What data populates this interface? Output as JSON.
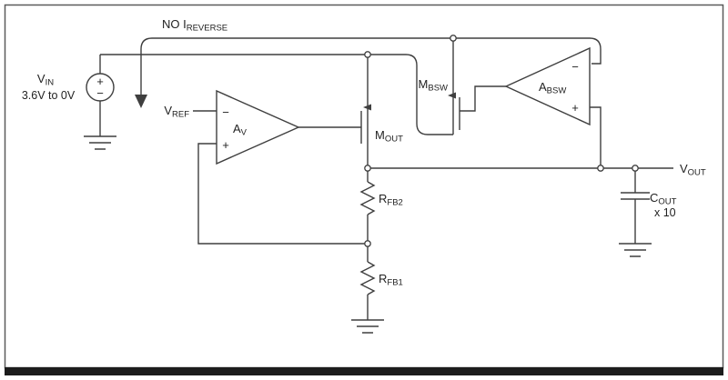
{
  "schematic": {
    "annotation_no_reverse": {
      "text": "NO I",
      "sub": "REVERSE"
    },
    "vin_source": {
      "name": "V",
      "sub": "IN",
      "range": "3.6V to 0V",
      "plus": "+",
      "minus": "−"
    },
    "vref": {
      "name": "V",
      "sub": "REF"
    },
    "av": {
      "name": "A",
      "sub": "V",
      "minus": "−",
      "plus": "+"
    },
    "absw": {
      "name": "A",
      "sub": "BSW",
      "minus": "−",
      "plus": "+"
    },
    "mout": {
      "name": "M",
      "sub": "OUT"
    },
    "mbsw": {
      "name": "M",
      "sub": "BSW"
    },
    "rfb2": {
      "name": "R",
      "sub": "FB2"
    },
    "rfb1": {
      "name": "R",
      "sub": "FB1"
    },
    "cout": {
      "name": "C",
      "sub": "OUT",
      "note": "x 10"
    },
    "vout": {
      "name": "V",
      "sub": "OUT"
    }
  },
  "colors": {
    "line": "#3f3f3f",
    "frame": "#5a5a5a",
    "frame_bottom": "#1c1c1c",
    "background": "#ffffff"
  }
}
